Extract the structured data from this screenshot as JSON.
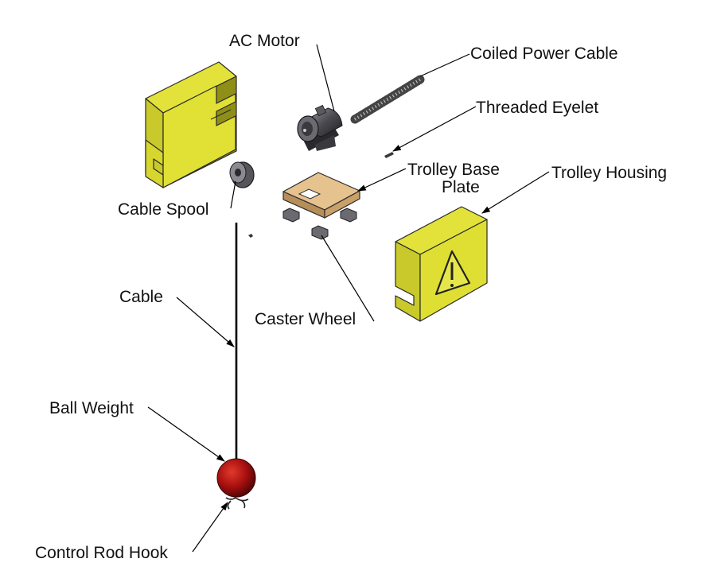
{
  "labels": {
    "ac_motor": "AC Motor",
    "coiled_power_cable": "Coiled Power Cable",
    "threaded_eyelet": "Threaded Eyelet",
    "trolley_base_plate_line1": "Trolley Base",
    "trolley_base_plate_line2": "Plate",
    "trolley_housing": "Trolley Housing",
    "cable_spool": "Cable Spool",
    "cable": "Cable",
    "caster_wheel": "Caster Wheel",
    "ball_weight": "Ball Weight",
    "control_rod_hook": "Control Rod Hook"
  },
  "colors": {
    "housing_yellow": "#e2e23a",
    "housing_yellow_dark": "#a8a81e",
    "housing_yellow_side": "#c9c92b",
    "base_plate": "#e6c28f",
    "base_plate_side": "#b58e5a",
    "ball_red": "#a80f0f",
    "metal_dark": "#3c3c40",
    "metal_mid": "#7a7a80"
  },
  "icons": [
    "warning-triangle-icon"
  ]
}
